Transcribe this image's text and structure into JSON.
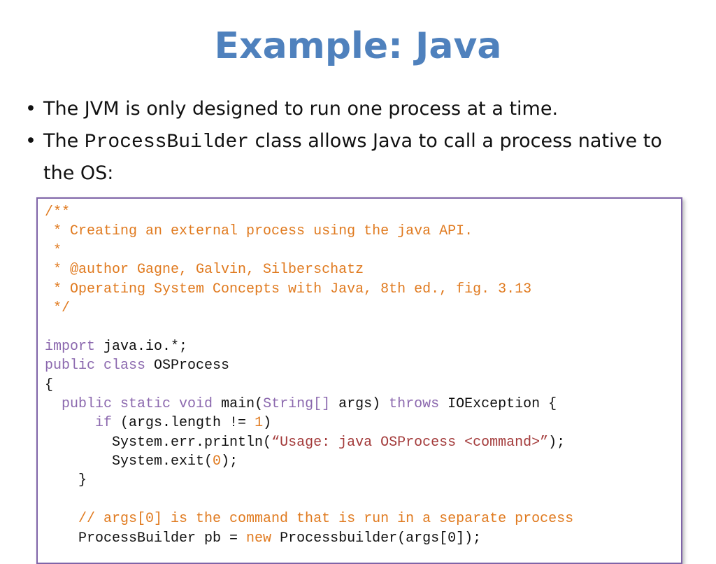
{
  "slide": {
    "title": "Example: Java",
    "bullets": [
      {
        "parts": [
          {
            "text": "The JVM is only designed to run one process at a time.",
            "mono": false
          }
        ]
      },
      {
        "parts": [
          {
            "text": "The ",
            "mono": false
          },
          {
            "text": "ProcessBuilder",
            "mono": true
          },
          {
            "text": " class allows Java to call a process native to the OS:",
            "mono": false
          }
        ]
      }
    ]
  },
  "colors": {
    "title": "#4f81bd",
    "comment": "#e07a1f",
    "keyword": "#8b68ae",
    "string": "#a33a3a",
    "border": "#7f64a8"
  },
  "code": {
    "lines": [
      [
        {
          "t": "/**",
          "c": "comment"
        }
      ],
      [
        {
          "t": " * Creating an external process using the java API.",
          "c": "comment"
        }
      ],
      [
        {
          "t": " *",
          "c": "comment"
        }
      ],
      [
        {
          "t": " * @author Gagne, Galvin, Silberschatz",
          "c": "comment"
        }
      ],
      [
        {
          "t": " * Operating System Concepts with Java, 8th ed., fig. 3.13",
          "c": "comment"
        }
      ],
      [
        {
          "t": " */",
          "c": "comment"
        }
      ],
      [],
      [
        {
          "t": "import",
          "c": "kw"
        },
        {
          "t": " java.io.*;",
          "c": "plain"
        }
      ],
      [
        {
          "t": "public class",
          "c": "kw"
        },
        {
          "t": " OSProcess",
          "c": "plain"
        }
      ],
      [
        {
          "t": "{",
          "c": "plain"
        }
      ],
      [
        {
          "t": "  ",
          "c": "plain"
        },
        {
          "t": "public static void",
          "c": "kw"
        },
        {
          "t": " main(",
          "c": "plain"
        },
        {
          "t": "String[]",
          "c": "kw"
        },
        {
          "t": " args) ",
          "c": "plain"
        },
        {
          "t": "throws",
          "c": "kw"
        },
        {
          "t": " IOException {",
          "c": "plain"
        }
      ],
      [
        {
          "t": "      ",
          "c": "plain"
        },
        {
          "t": "if",
          "c": "kw"
        },
        {
          "t": " (args.length != ",
          "c": "plain"
        },
        {
          "t": "1",
          "c": "num"
        },
        {
          "t": ")",
          "c": "plain"
        }
      ],
      [
        {
          "t": "        System.err.println(",
          "c": "plain"
        },
        {
          "t": "“Usage: java OSProcess <command>”",
          "c": "str"
        },
        {
          "t": ");",
          "c": "plain"
        }
      ],
      [
        {
          "t": "        System.exit(",
          "c": "plain"
        },
        {
          "t": "0",
          "c": "num"
        },
        {
          "t": ");",
          "c": "plain"
        }
      ],
      [
        {
          "t": "    }",
          "c": "plain"
        }
      ],
      [],
      [
        {
          "t": "    // args[0] is the command that is run in a separate process",
          "c": "comment"
        }
      ],
      [
        {
          "t": "    ProcessBuilder pb = ",
          "c": "plain"
        },
        {
          "t": "new",
          "c": "num"
        },
        {
          "t": " Processbuilder(args[0]);",
          "c": "plain"
        }
      ]
    ]
  }
}
